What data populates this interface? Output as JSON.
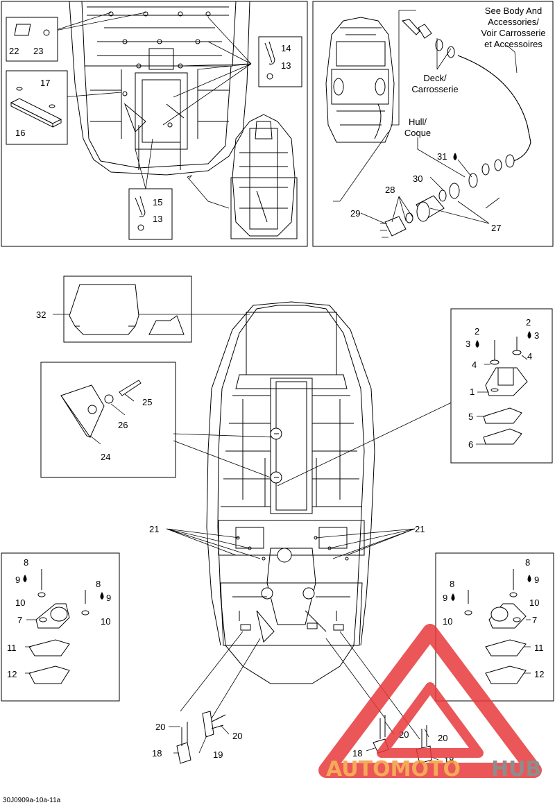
{
  "callouts": {
    "n1": "1",
    "n2": "2",
    "n3": "3",
    "n4": "4",
    "n5": "5",
    "n6": "6",
    "n7": "7",
    "n8": "8",
    "n9": "9",
    "n10": "10",
    "n11": "11",
    "n12": "12",
    "n13": "13",
    "n14": "14",
    "n15": "15",
    "n16": "16",
    "n17": "17",
    "n18": "18",
    "n19": "19",
    "n20": "20",
    "n21": "21",
    "n22": "22",
    "n23": "23",
    "n24": "24",
    "n25": "25",
    "n26": "26",
    "n27": "27",
    "n28": "28",
    "n29": "29",
    "n30": "30",
    "n31": "31",
    "n32": "32"
  },
  "notes": {
    "body_line1": "See Body And",
    "body_line2": "Accessories/",
    "body_line3": "Voir Carrosserie",
    "body_line4": "et Accessoires",
    "deck_line1": "Deck/",
    "deck_line2": "Carrosserie",
    "hull_line1": "Hull/",
    "hull_line2": "Coque"
  },
  "footer_code": "30J0909a-10a-11a",
  "watermark": {
    "part1": "AUTOMOTO",
    "part2": "HUB",
    "color_red": "#e8393c",
    "color_orange": "#f39c3a",
    "color_gray": "#7a7a7a"
  }
}
